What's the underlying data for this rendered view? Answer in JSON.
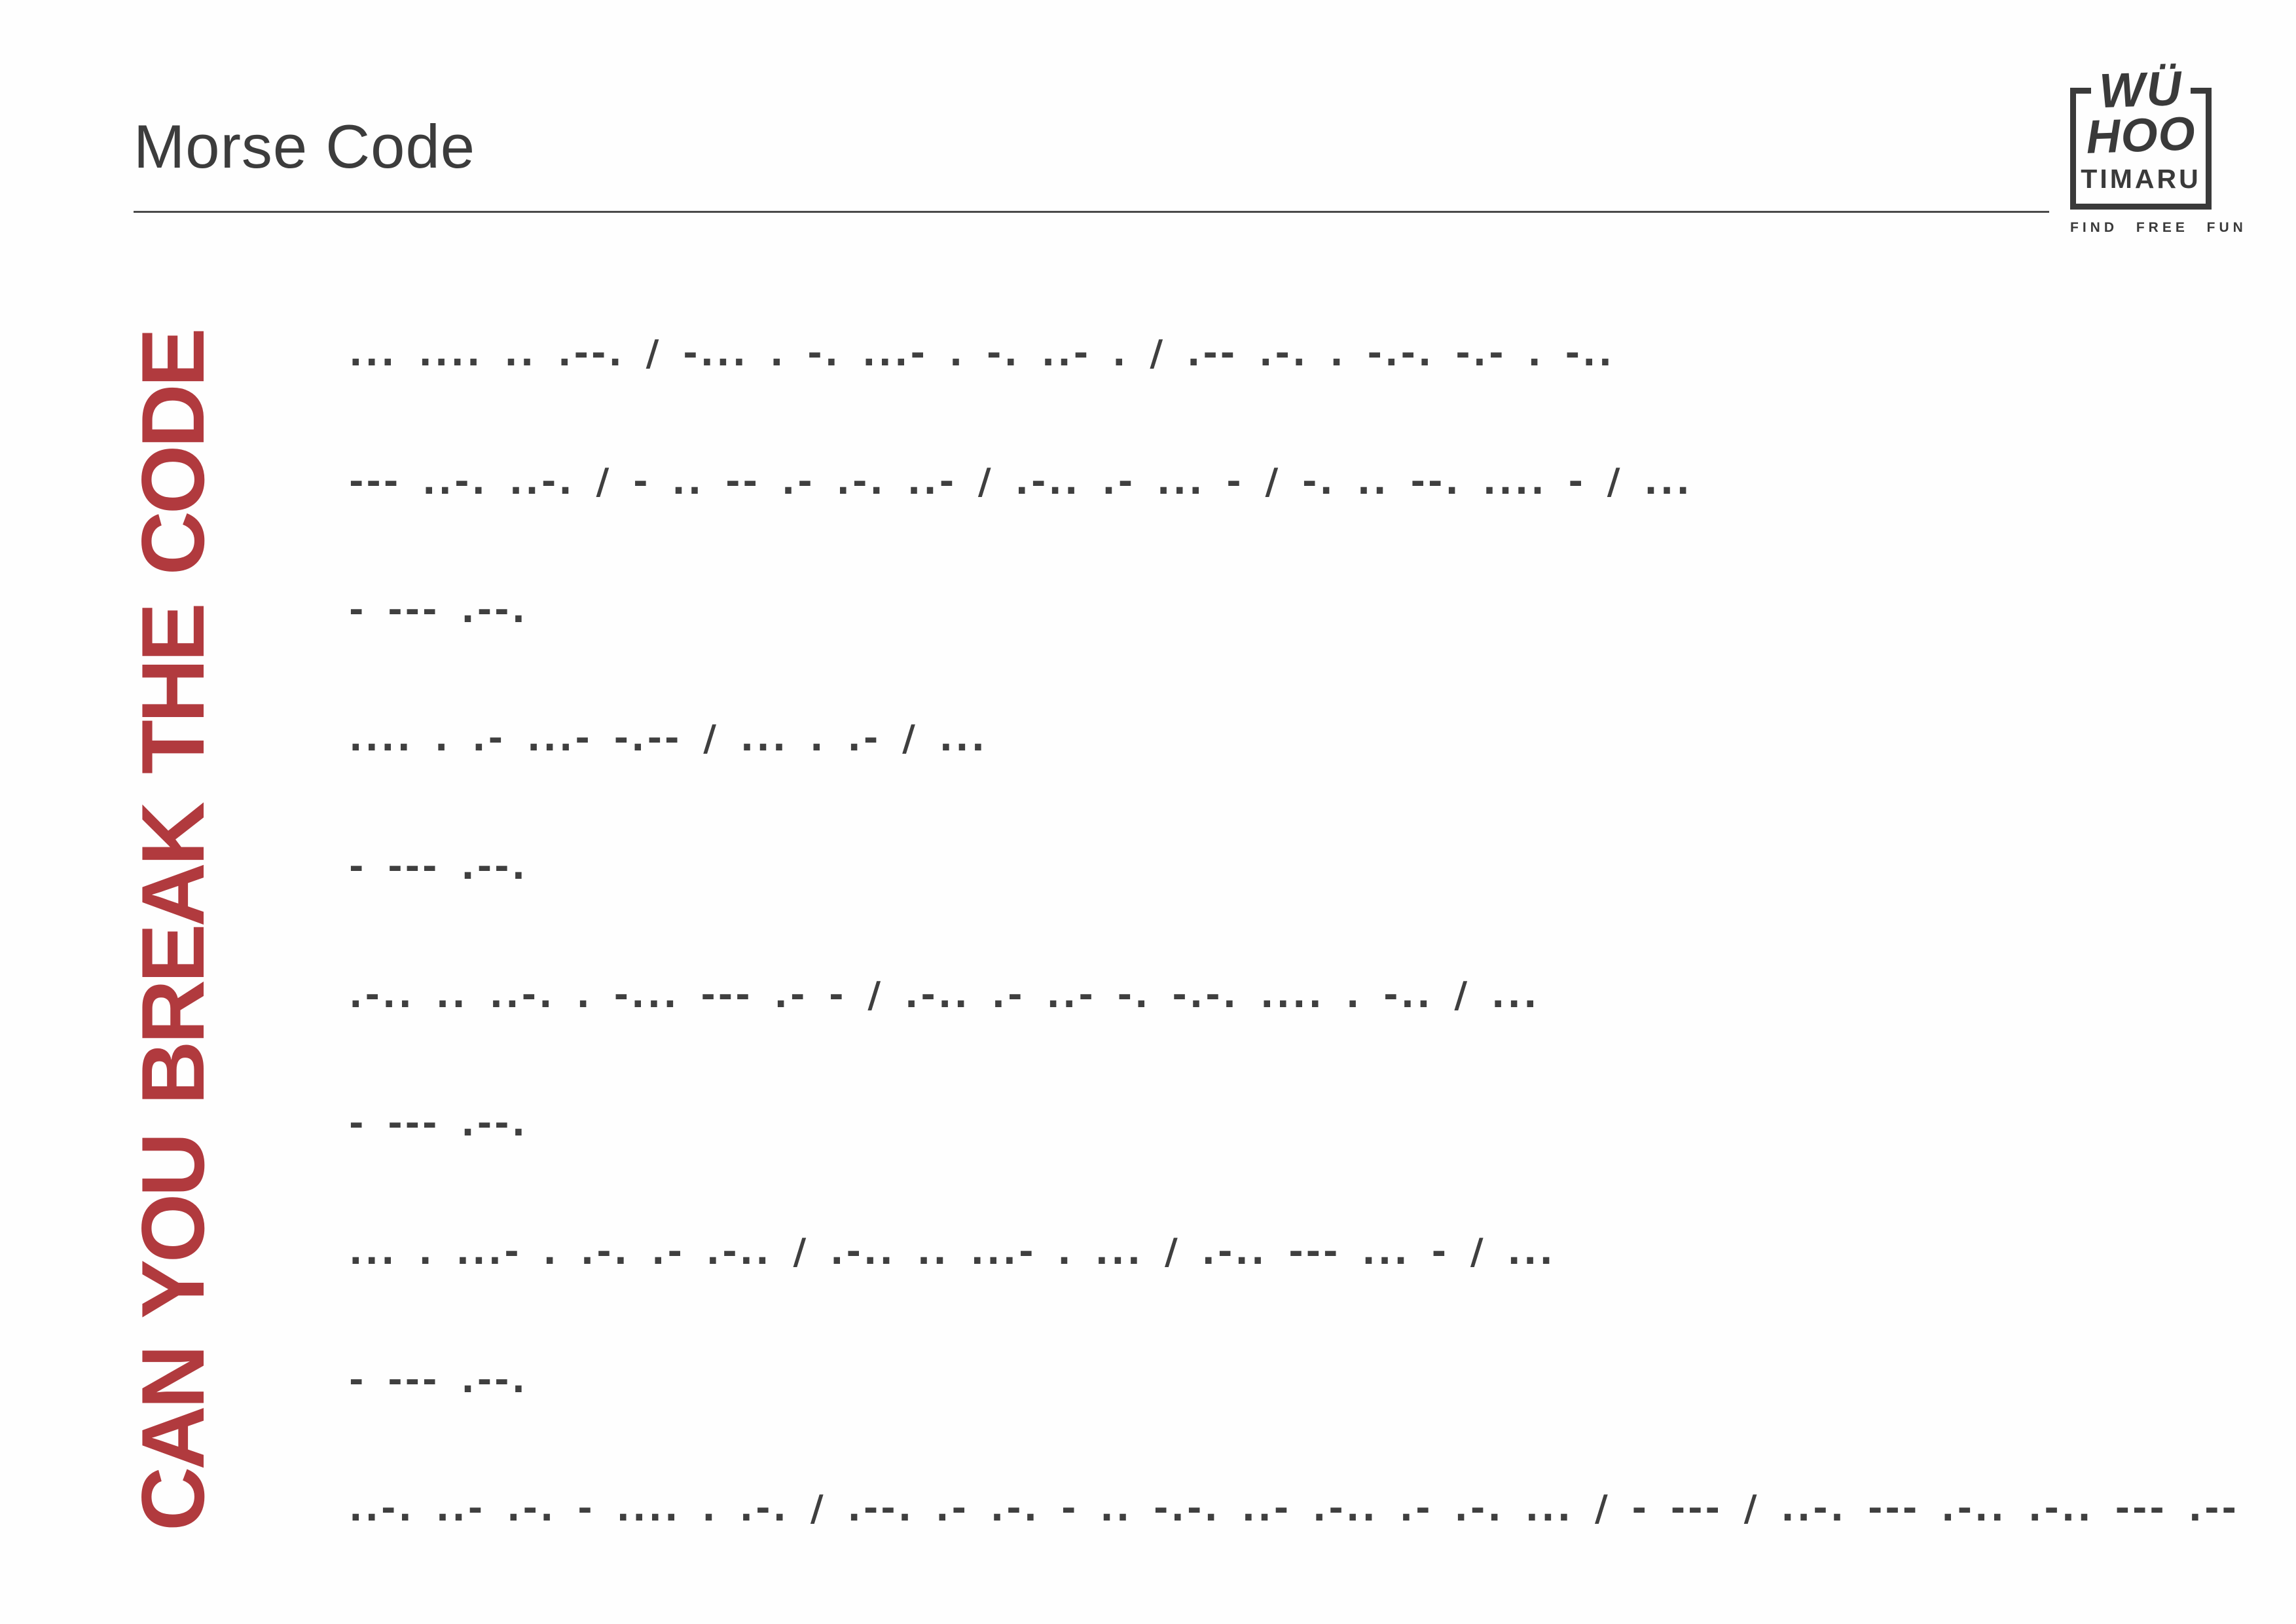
{
  "page": {
    "title": "Morse Code"
  },
  "logo": {
    "line1": "WÜ",
    "line2": "HOO",
    "line3": "TIMARU",
    "tagline": "FIND FREE FUN"
  },
  "side_text": "CAN YOU BREAK THE CODE",
  "colors": {
    "accent_red": "#b13a3e",
    "ink": "#3f3f3f"
  },
  "morse": {
    "lines": [
      "... .... .. .--. / -... . -. ...- . -. ..- . / .-- .-. . -.-. -.- . -..",
      "--- ..-. ..-. / - .. -- .- .-. ..- / .-.. .- ... - / -. .. --. .... - / ...",
      "- --- .--.",
      ".... . .- ...- -.-- / ... . .- / ...",
      "- --- .--.",
      ".-.. .. ..-. . -... --- .- - / .-.. .- ..- -. -.-. .... . -.. / ...",
      "- --- .--.",
      "... . ...- . .-. .- .-.. / .-.. .. ...- . ... / .-.. --- ... - / ...",
      "- --- .--.",
      "..-. ..- .-. - .... . .-. / .--. .- .-. - .. -.-. ..- .-.. .- .-. ... / - --- / ..-. --- .-.. .-.. --- .--"
    ]
  }
}
